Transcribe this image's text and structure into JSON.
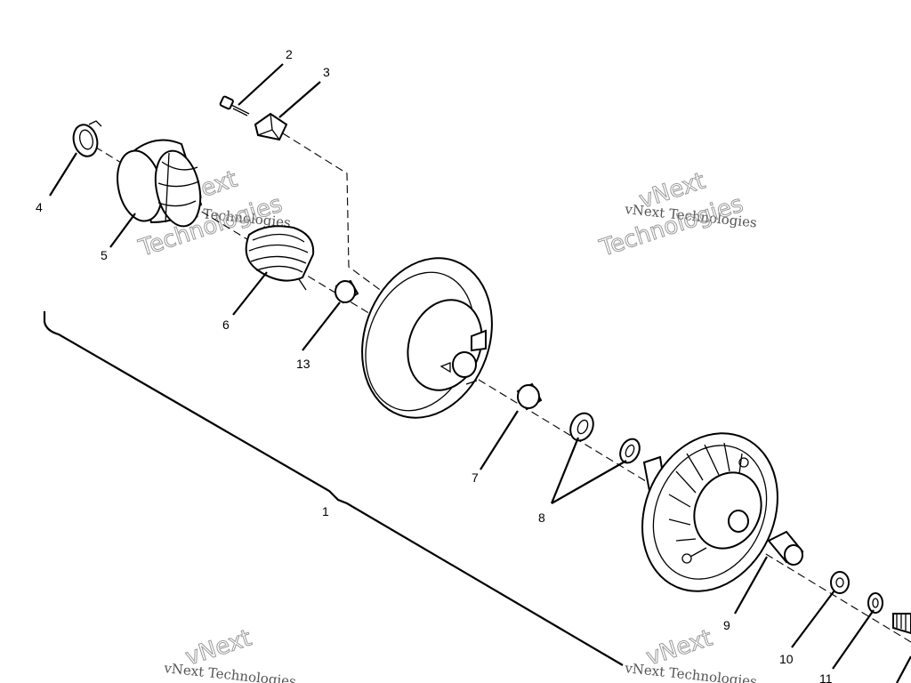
{
  "diagram": {
    "callouts": [
      "1",
      "2",
      "3",
      "4",
      "5",
      "6",
      "7",
      "8",
      "9",
      "10",
      "11",
      "13"
    ],
    "watermark": {
      "brand": "vNext",
      "line1": "vNext Technologies",
      "line2": "Technologies"
    }
  }
}
